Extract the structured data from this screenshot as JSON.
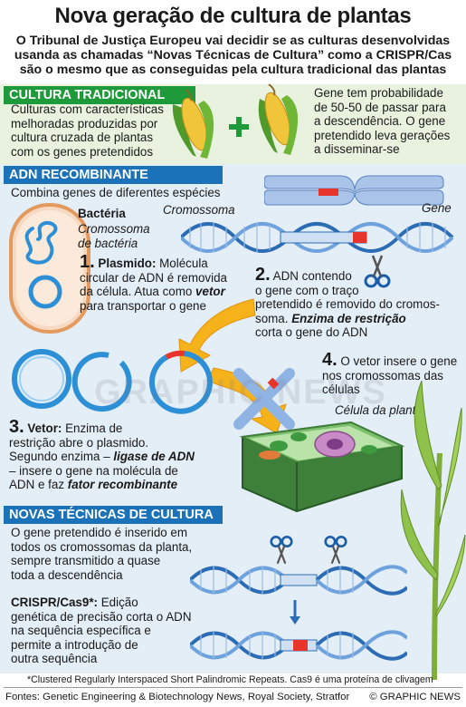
{
  "header": {
    "title": "Nova geração de cultura de plantas",
    "subtitle_l1": "O Tribunal de Justiça Europeu vai decidir se as culturas desenvolvidas",
    "subtitle_l2": "usanda as chamadas “Novas Técnicas de Cultura” como a CRISPR/Cas",
    "subtitle_l3": "são o mesmo que as conseguidas pela cultura tradicional das plantas"
  },
  "traditional": {
    "heading": "CULTURA TRADICIONAL",
    "left_l1": "Culturas com características",
    "left_l2": "melhoradas produzidas por",
    "left_l3": "cultura cruzada de plantas",
    "left_l4": "com os genes pretendidos",
    "right_l1": "Gene tem probabilidade",
    "right_l2": "de 50-50 de passar para",
    "right_l3": "a descendência. O gene",
    "right_l4": "pretendido leva gerações",
    "right_l5": "a disseminar-se"
  },
  "recombinant": {
    "heading": "ADN RECOMBINANTE",
    "intro": "Combina genes de diferentes espécies",
    "bacteria_label": "Bactéria",
    "bact_chrom_l1": "Cromossoma",
    "bact_chrom_l2": "de bactéria",
    "chromosome_label": "Cromossoma",
    "gene_label": "Gene",
    "step1_num": "1.",
    "step1_head": "Plasmido:",
    "step1_l1": "Molécula",
    "step1_l2": "circular de ADN é removida",
    "step1_l3a": "da célula. Atua como ",
    "step1_l3b": "vetor",
    "step1_l4": "para transportar o gene",
    "step2_num": "2.",
    "step2_l1": "ADN contendo",
    "step2_l2": "o gene com o traço",
    "step2_l3": "pretendido é removido do cromos-",
    "step2_l4a": "soma. ",
    "step2_l4b": "Enzima de restrição",
    "step2_l5": "corta o gene do ADN",
    "step3_num": "3.",
    "step3_head": "Vetor:",
    "step3_l1": "Enzima de",
    "step3_l2": "restrição abre o plasmido.",
    "step3_l3a": "Segundo enzima – ",
    "step3_l3b": "ligase de ADN",
    "step3_l4": "– insere o gene na molécula de",
    "step3_l5a": "ADN e faz ",
    "step3_l5b": "fator recombinante",
    "step4_num": "4.",
    "step4_l1": "O vetor insere o gene",
    "step4_l2": "nos cromossomas das",
    "step4_l3": "células",
    "cell_label": "Célula da planta"
  },
  "new_tech": {
    "heading": "NOVAS TÉCNICAS DE CULTURA",
    "p1_l1": "O gene pretendido é inserido em",
    "p1_l2": "todos os cromossomas da planta,",
    "p1_l3": "sempre transmitido a quase",
    "p1_l4": "toda a descendência",
    "crispr_head": "CRISPR/Cas9*:",
    "crispr_l1": "Edição",
    "crispr_l2": "genética de precisão corta o ADN",
    "crispr_l3": "na sequência específica e",
    "crispr_l4": "permite a introdução de",
    "crispr_l5": "outra sequência"
  },
  "footnote": "*Clustered Regularly Interspaced Short Palindromic Repeats. Cas9 é uma proteína de clivagem",
  "sources": "Fontes: Genetic Engineering & Biotechnology News, Royal Society, Stratfor",
  "credit": "© GRAPHIC NEWS",
  "watermark": "GRAPHIC NEWS",
  "colors": {
    "green_bar": "#1f9a3b",
    "blue_bar": "#1b72b8",
    "gene_red": "#e8352b",
    "dna_blue": "#2b6cb5",
    "arrow_yellow": "#f6b21a"
  }
}
